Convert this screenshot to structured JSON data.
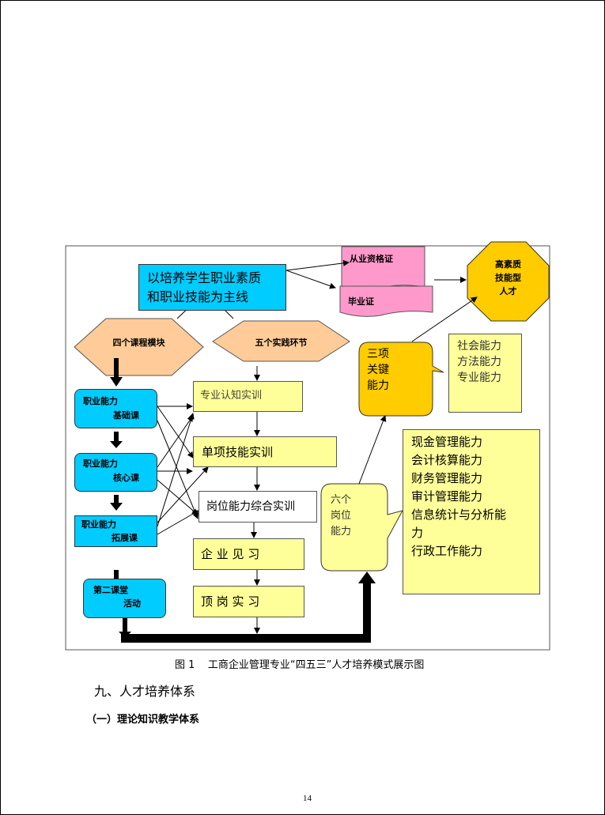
{
  "diagram": {
    "main_line": [
      "以培养学生职业素质",
      "和职业技能为主线"
    ],
    "cert_qualification": "从业资格证",
    "cert_graduation": "毕业证",
    "talent": [
      "高素质",
      "技能型",
      "人才"
    ],
    "modules_hex": "四个课程模块",
    "practice_hex": "五个实践环节",
    "key_abilities_callout": [
      "三项",
      "关键",
      "能力"
    ],
    "key_abilities_list": [
      "社会能力",
      "方法能力",
      "专业能力"
    ],
    "courses": [
      [
        "职业能力",
        "基础课"
      ],
      [
        "职业能力",
        "核心课"
      ],
      [
        "职业能力",
        "拓展课"
      ],
      [
        "第二课堂",
        "活动"
      ]
    ],
    "practices": [
      "专业认知实训",
      "单项技能实训",
      "岗位能力综合实训",
      "企 业 见 习",
      "顶 岗 实 习"
    ],
    "job_abilities_callout": [
      "六个",
      "岗位",
      "能力"
    ],
    "job_abilities_list": [
      "现金管理能力",
      "会计核算能力",
      "财务管理能力",
      "审计管理能力",
      "信息统计与分析能",
      "力",
      "行政工作能力"
    ],
    "colors": {
      "blue": "#00ccff",
      "pink": "#ff99cc",
      "orange": "#ffcc99",
      "gold": "#ffcc00",
      "yellow": "#ffff99"
    }
  },
  "caption": "图 1    工商企业管理专业“四五三”人才培养模式展示图",
  "section_heading": "九、人才培养体系",
  "subsection_heading": "（一）理论知识教学体系",
  "page_number": "14"
}
